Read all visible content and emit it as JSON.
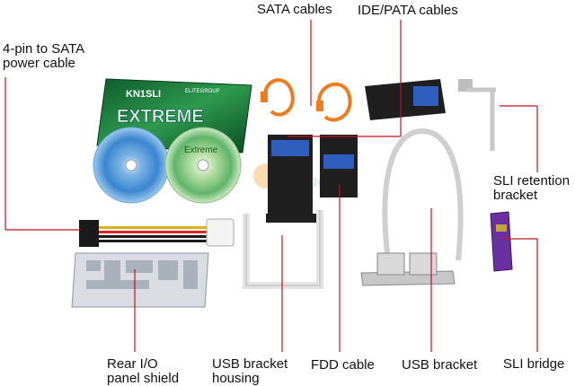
{
  "labels": {
    "sata_power": "4-pin to SATA\npower cable",
    "sata_cables": "SATA cables",
    "ide_pata": "IDE/PATA cables",
    "sli_retention": "SLI retention\nbracket",
    "sli_bridge": "SLI bridge",
    "rear_io": "Rear I/O\npanel shield",
    "usb_bracket_housing": "USB bracket\nhousing",
    "fdd_cable": "FDD cable",
    "usb_bracket": "USB bracket"
  },
  "box_text": {
    "model": "KN1SLI",
    "brand": "ELITEGROUP",
    "logo": "EXTREME",
    "disc": "Extreme"
  },
  "colors": {
    "leader_line": "#c0141c",
    "box_green": "#1d7a3a",
    "sata_orange": "#f07a1e",
    "ide_dark": "#1f1f1f",
    "ide_blue": "#2e5fbf",
    "bridge_purple": "#6a2fa0"
  }
}
